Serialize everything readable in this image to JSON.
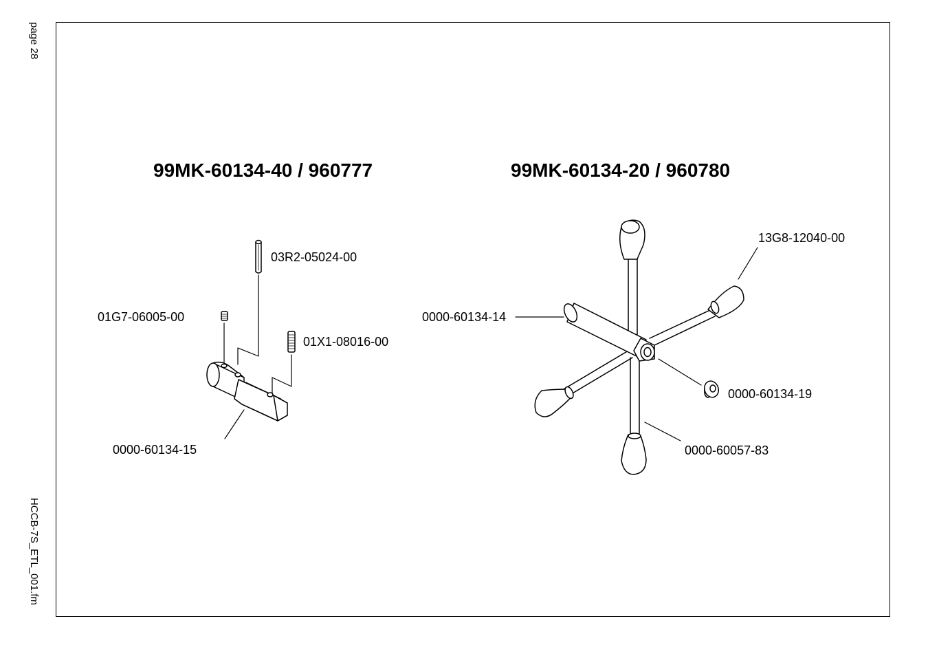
{
  "margin": {
    "page": "page 28",
    "file": "HCCB-7S_ETL_001.fm"
  },
  "assemblies": [
    {
      "title": "99MK-60134-40 / 960777",
      "parts": [
        "03R2-05024-00",
        "01G7-06005-00",
        "01X1-08016-00",
        "0000-60134-15"
      ]
    },
    {
      "title": "99MK-60134-20 / 960780",
      "parts": [
        "13G8-12040-00",
        "0000-60134-14",
        "0000-60134-19",
        "0000-60057-83"
      ]
    }
  ]
}
